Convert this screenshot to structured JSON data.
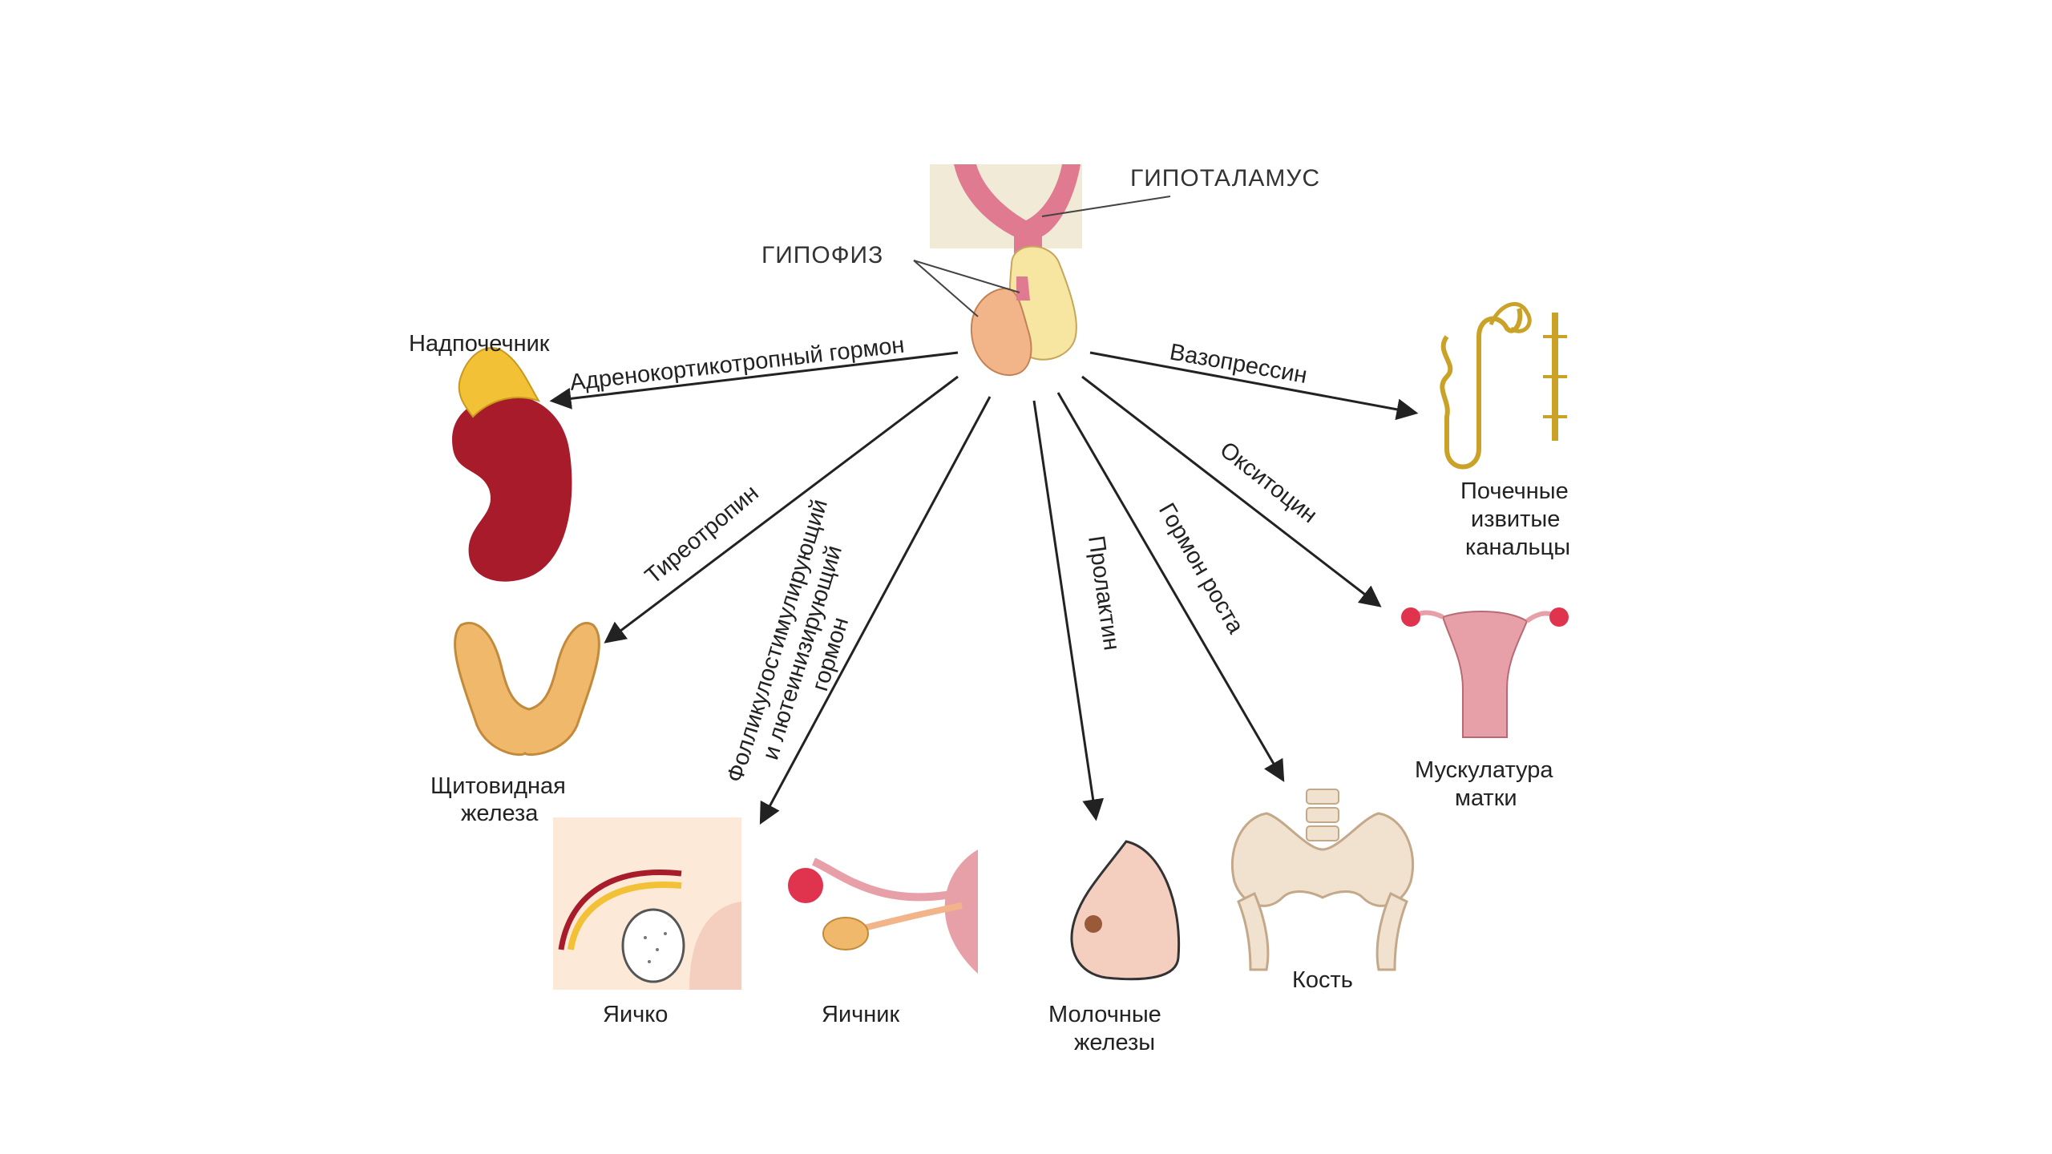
{
  "labels": {
    "hypothalamus": "ГИПОТАЛАМУС",
    "pituitary": "ГИПОФИЗ",
    "adrenal": "Надпочечник",
    "thyroid_line1": "Щитовидная",
    "thyroid_line2": "железа",
    "testis": "Яичко",
    "ovary": "Яичник",
    "mammary_line1": "Молочные",
    "mammary_line2": "железы",
    "bone": "Кость",
    "uterus_line1": "Мускулатура",
    "uterus_line2": "матки",
    "kidney_line1": "Почечные",
    "kidney_line2": "извитые",
    "kidney_line3": "канальцы"
  },
  "hormones": {
    "acth": "Адренокортикотропный гормон",
    "tsh": "Тиреотропин",
    "fsh_line1": "Фолликулостимулирующий",
    "fsh_line2": "и лютеинизирующий",
    "fsh_line3": "гормон",
    "prolactin": "Пролактин",
    "growth": "Гормон роста",
    "oxytocin": "Окситоцин",
    "vasopressin": "Вазопрессин"
  },
  "colors": {
    "hypothalamus_pink": "#e07a90",
    "anterior_lobe": "#f2b58a",
    "posterior_lobe": "#f6e6a2",
    "brain_bg": "#f1ead6",
    "adrenal_cortex": "#f2c136",
    "kidney": "#a81b2b",
    "thyroid": "#f0b86a",
    "tubule": "#c9a227",
    "uterus": "#e8a0a8",
    "bone": "#f1e2cf",
    "skin": "#f4cfc0"
  }
}
